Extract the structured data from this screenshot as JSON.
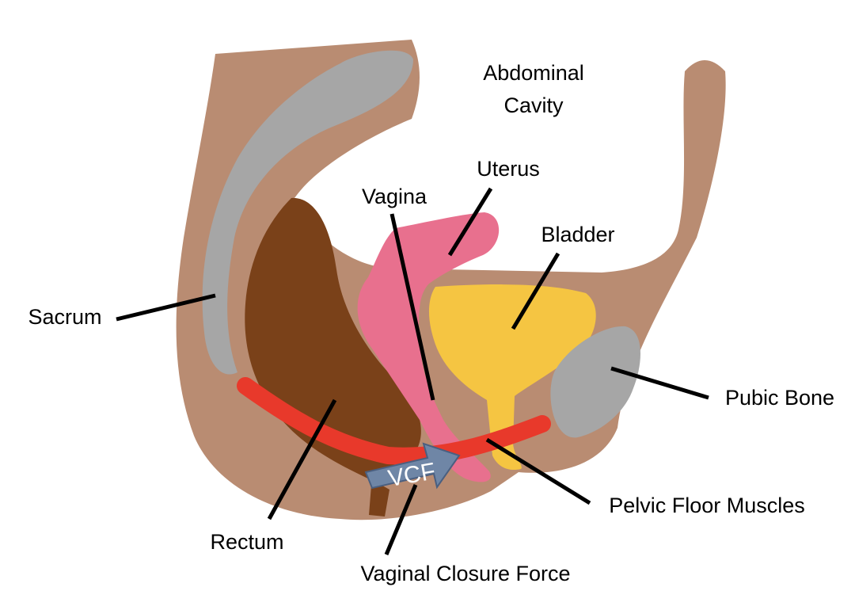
{
  "labels": {
    "abdominal_line1": "Abdominal",
    "abdominal_line2": "Cavity",
    "uterus": "Uterus",
    "vagina": "Vagina",
    "bladder": "Bladder",
    "sacrum": "Sacrum",
    "pubic_bone": "Pubic Bone",
    "rectum": "Rectum",
    "pelvic_floor_muscles": "Pelvic Floor Muscles",
    "vaginal_closure_force": "Vaginal Closure Force",
    "vcf_arrow": "VCF"
  },
  "colors": {
    "tissue": "#b98c72",
    "bone": "#a6a6a6",
    "rectum": "#7a4119",
    "uterus_vagina": "#e8708e",
    "bladder": "#f5c542",
    "pelvic_floor_muscles": "#e8392b",
    "vcf_arrow": "#6f86a6"
  },
  "icons": {
    "vcf_arrow": "right-arrow-icon"
  }
}
